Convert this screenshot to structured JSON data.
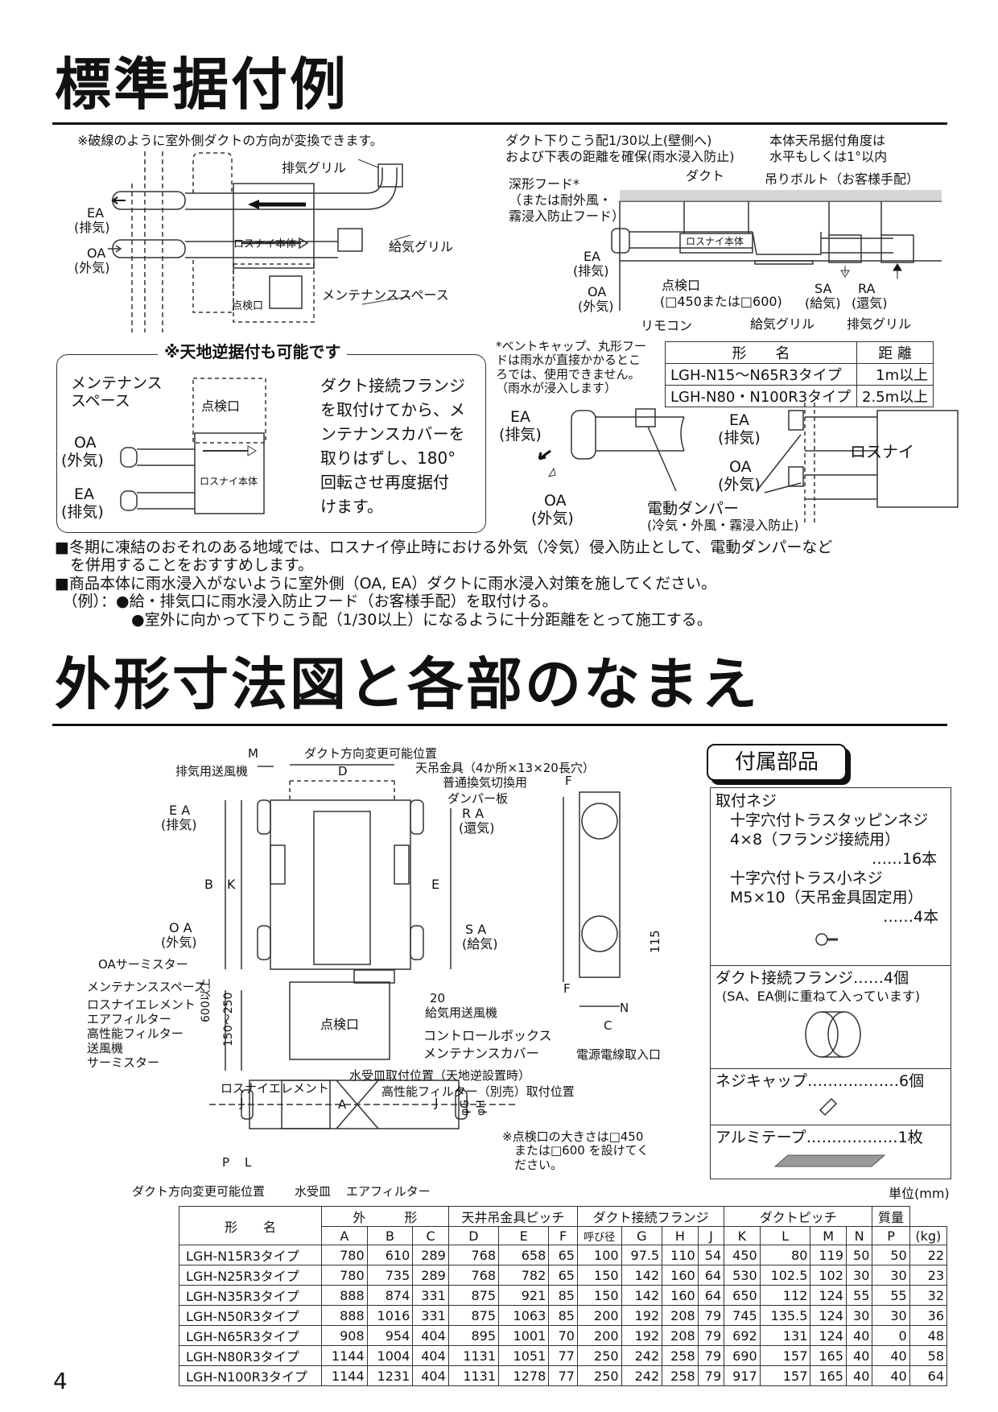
{
  "sections": {
    "install_title": "標準据付例",
    "dims_title": "外形寸法図と各部のなまえ"
  },
  "fig1": {
    "note": "※破線のように室外側ダクトの方向が変換できます。",
    "exhaust_grill": "排気グリル",
    "supply_grill": "給気グリル",
    "maintenance_space": "メンテナンススペース",
    "ea": "EA",
    "ea_sub": "(排気)",
    "oa": "OA",
    "oa_sub": "(外気)",
    "unit": "ロスナイ本体",
    "inspection": "点検口"
  },
  "fig2": {
    "slope1": "ダクト下りこう配1/30以上(壁側へ)",
    "slope2": "および下表の距離を確保(雨水浸入防止)",
    "angle1": "本体天吊据付角度は",
    "angle2": "水平もしくは1°以内",
    "duct": "ダクト",
    "bolt": "吊りボルト（お客様手配）",
    "hood1": "深形フード*",
    "hood2": "（または耐外風・",
    "hood3": "霧浸入防止フード）",
    "ea": "EA",
    "ea_sub": "(排気)",
    "oa": "OA",
    "oa_sub": "(外気)",
    "unit": "ロスナイ本体",
    "inspection1": "点検口",
    "inspection2": "(□450または□600)",
    "sa": "SA",
    "sa_sub": "(給気)",
    "ra": "RA",
    "ra_sub": "(還気)",
    "remote": "リモコン",
    "supply_grill": "給気グリル",
    "exhaust_grill": "排気グリル"
  },
  "fig3": {
    "heading": "※天地逆据付も可能です",
    "maint1": "メンテナンス",
    "maint2": "スペース",
    "inspection": "点検口",
    "oa": "OA",
    "oa_sub": "(外気)",
    "ea": "EA",
    "ea_sub": "(排気)",
    "unit": "ロスナイ本体",
    "text": [
      "ダクト接続フランジ",
      "を取付けてから、メ",
      "ンテナンスカバーを",
      "取りはずし、180°",
      "回転させ再度据付",
      "けます。"
    ]
  },
  "fig4": {
    "note": [
      "*ベントキャップ、丸形フー",
      "ドは雨水が直接かかるとこ",
      "ろでは、使用できません。",
      "（雨水が浸入します）"
    ],
    "table_header": [
      "形　　名",
      "距 離"
    ],
    "table_rows": [
      [
        "LGH-N15〜N65R3タイプ",
        "1m以上"
      ],
      [
        "LGH-N80・N100R3タイプ",
        "2.5m以上"
      ]
    ],
    "ea": "EA",
    "ea_sub": "(排気)",
    "oa": "OA",
    "oa_sub": "(外気)",
    "damper1": "電動ダンパー",
    "damper2": "(冷気・外風・霧浸入防止)",
    "ea2": "EA",
    "ea2_sub": "(排気)",
    "oa2": "OA",
    "oa2_sub": "(外気)",
    "lossnay": "ロスナイ"
  },
  "notes": [
    "■冬期に凍結のおそれのある地域では、ロスナイ停止時における外気（冷気）侵入防止として、電動ダンパーなど",
    "　を併用することをおすすめします。",
    "■商品本体に雨水浸入がないように室外側（OA, EA）ダクトに雨水浸入対策を施してください。",
    "　（例）：●給・排気口に雨水浸入防止フード（お客様手配）を取付ける。",
    "　　　　　●室外に向かって下りこう配（1/30以上）になるように十分距離をとって施工する。"
  ],
  "dims_fig": {
    "m": "M",
    "duct_change": "ダクト方向変更可能位置",
    "d": "D",
    "hanger": "天吊金具（4か所×13×20長穴）",
    "switch": "普通換気切換用",
    "damper": "ダンパー板",
    "exhaust_fan": "排気用送風機",
    "ea": "E A",
    "ea_sub": "(排気)",
    "ra": "R A",
    "ra_sub": "(還気)",
    "b": "B",
    "k": "K",
    "e": "E",
    "oa": "O A",
    "oa_sub": "(外気)",
    "sa": "S A",
    "sa_sub": "(給気)",
    "oa_thermistor": "OAサーミスター",
    "maint_space": "メンテナンススペース",
    "element": "ロスナイエレメント",
    "air_filter": "エアフィルター",
    "hp_filter": "高性能フィルター",
    "fan": "送風機",
    "thermistor": "サーミスター",
    "dim600": "600以上",
    "dim150": "150〜250",
    "inspection": "点検口",
    "supply_fan": "給気用送風機",
    "control_box": "コントロールボックス",
    "maint_cover": "メンテナンスカバー",
    "dim20": "20",
    "f": "F",
    "dim115": "115",
    "n": "N",
    "c": "C",
    "power_inlet": "電源電線取入口",
    "drain_pos": "水受皿取付位置（天地逆設置時）",
    "lossnay_element": "ロスナイエレメント",
    "hp_filter_pos": "高性能フィルター（別売）取付位置",
    "j": "J",
    "a": "A",
    "g": "φG",
    "h": "φH",
    "p": "P",
    "l": "L",
    "bottom_duct": "ダクト方向変更可能位置",
    "drain": "水受皿",
    "air_filter2": "エアフィルター",
    "inspect_note": [
      "※点検口の大きさは□450",
      "　または□600 を設けてく",
      "　ださい。"
    ]
  },
  "accessories": {
    "label": "付属部品",
    "screw_title": "取付ネジ",
    "screw1a": "十字穴付トラスタッピンネジ",
    "screw1b": "4×8（フランジ接続用）",
    "screw1c": "……16本",
    "screw2a": "十字穴付トラス小ネジ",
    "screw2b": "M5×10（天吊金具固定用）",
    "screw2c": "……4本",
    "flange": "ダクト接続フランジ……4個",
    "flange_sub": "(SA、EA側に重ねて入っています)",
    "cap": "ネジキャップ………………6個",
    "tape": "アルミテープ………………1枚"
  },
  "unit_label": "単位(mm)",
  "dim_table": {
    "h1": [
      "形　　名",
      "外　　　形",
      "天井吊金具ピッチ",
      "ダクト接続フランジ",
      "ダクトピッチ",
      "質量"
    ],
    "h2": [
      "A",
      "B",
      "C",
      "D",
      "E",
      "F",
      "呼び径",
      "G",
      "H",
      "J",
      "K",
      "L",
      "M",
      "N",
      "P",
      "(kg)"
    ],
    "rows": [
      [
        "LGH-N15R3タイプ",
        "780",
        "610",
        "289",
        "768",
        "658",
        "65",
        "100",
        "97.5",
        "110",
        "54",
        "450",
        "80",
        "119",
        "50",
        "50",
        "22"
      ],
      [
        "LGH-N25R3タイプ",
        "780",
        "735",
        "289",
        "768",
        "782",
        "65",
        "150",
        "142",
        "160",
        "64",
        "530",
        "102.5",
        "102",
        "30",
        "30",
        "23"
      ],
      [
        "LGH-N35R3タイプ",
        "888",
        "874",
        "331",
        "875",
        "921",
        "85",
        "150",
        "142",
        "160",
        "64",
        "650",
        "112",
        "124",
        "55",
        "55",
        "32"
      ],
      [
        "LGH-N50R3タイプ",
        "888",
        "1016",
        "331",
        "875",
        "1063",
        "85",
        "200",
        "192",
        "208",
        "79",
        "745",
        "135.5",
        "124",
        "30",
        "30",
        "36"
      ],
      [
        "LGH-N65R3タイプ",
        "908",
        "954",
        "404",
        "895",
        "1001",
        "70",
        "200",
        "192",
        "208",
        "79",
        "692",
        "131",
        "124",
        "40",
        "0",
        "48"
      ],
      [
        "LGH-N80R3タイプ",
        "1144",
        "1004",
        "404",
        "1131",
        "1051",
        "77",
        "250",
        "242",
        "258",
        "79",
        "690",
        "157",
        "165",
        "40",
        "40",
        "58"
      ],
      [
        "LGH-N100R3タイプ",
        "1144",
        "1231",
        "404",
        "1131",
        "1278",
        "77",
        "250",
        "242",
        "258",
        "79",
        "917",
        "157",
        "165",
        "40",
        "40",
        "64"
      ]
    ]
  },
  "page_number": "4"
}
